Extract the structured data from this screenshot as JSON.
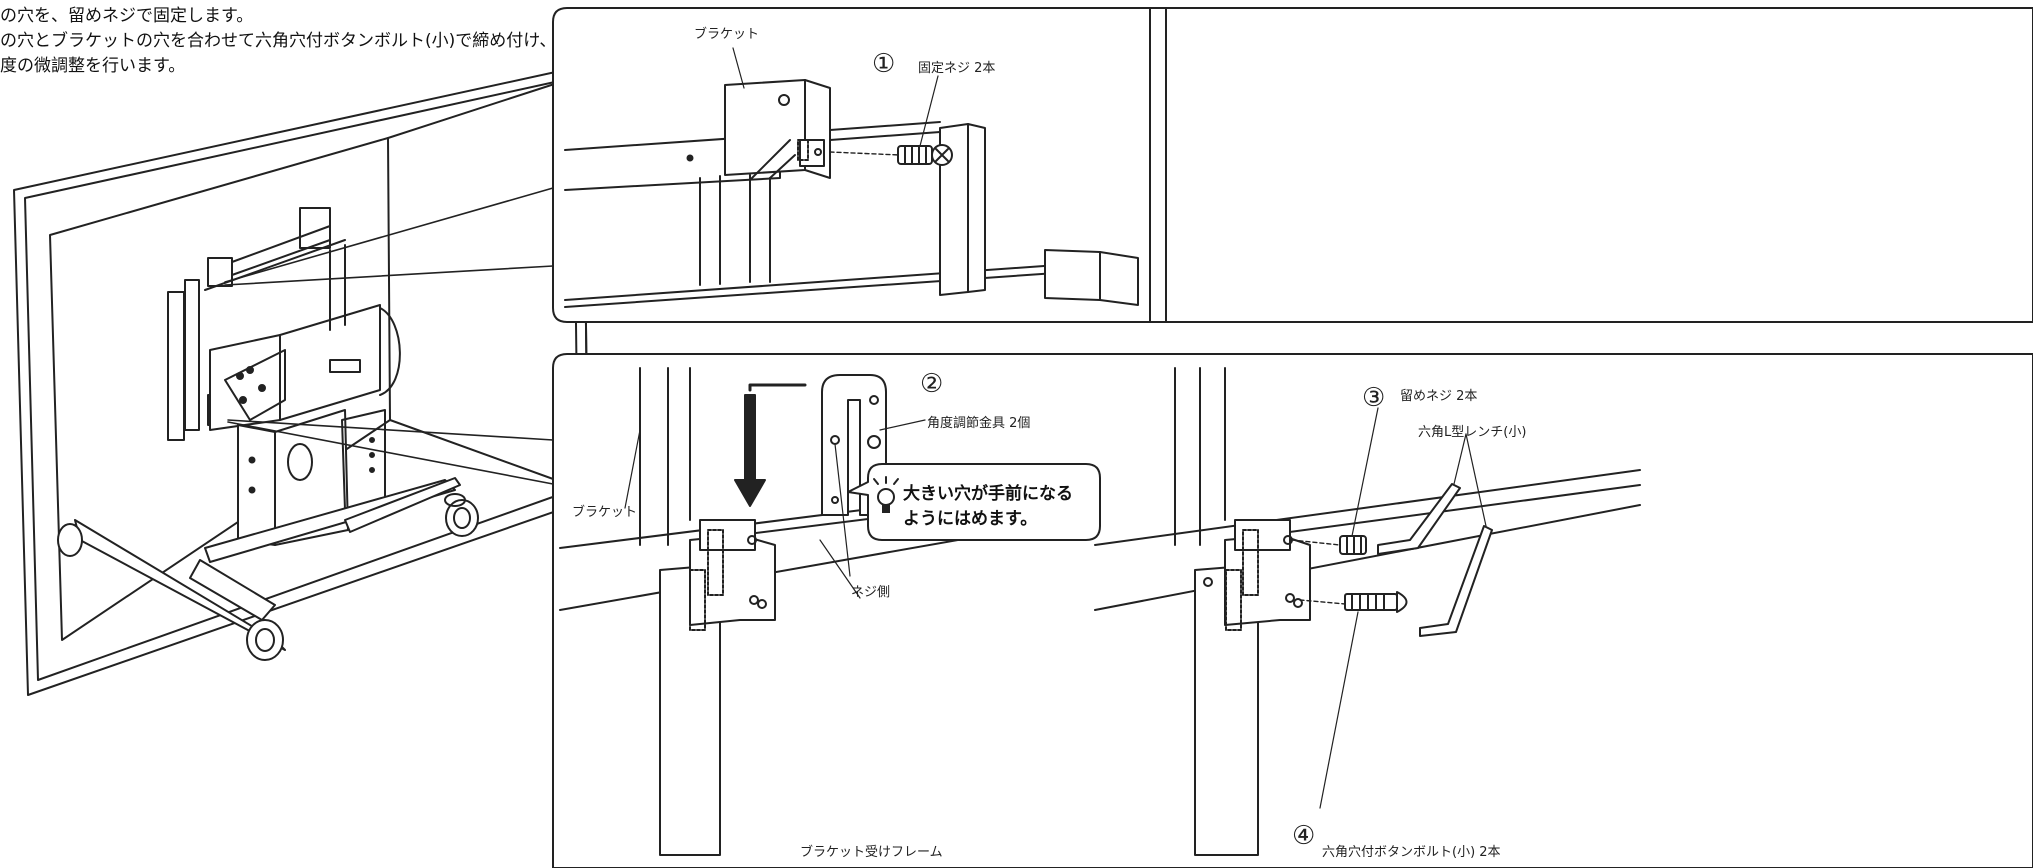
{
  "intro_lines": [
    "の穴を、留めネジで固定します。",
    "の穴とブラケットの穴を合わせて六角穴付ボタンボルト(小)で締め付け、",
    "度の微調整を行います。"
  ],
  "panel_top": {
    "step": "①",
    "bracket_label": "ブラケット",
    "screw_label": "固定ネジ 2本"
  },
  "panel_bottom_left": {
    "step": "②",
    "part_label": "角度調節金具 2個",
    "bracket_label": "ブラケット",
    "screw_side_label": "ネジ側",
    "frame_label": "ブラケット受けフレーム",
    "note_line1": "大きい穴が手前になる",
    "note_line2": "ようにはめます。",
    "note_icon": "lightbulb-icon"
  },
  "panel_bottom_right": {
    "step3": "③",
    "step3_label": "留めネジ 2本",
    "wrench_label": "六角L型レンチ(小)",
    "step4": "④",
    "step4_label": "六角穴付ボタンボルト(小) 2本"
  }
}
